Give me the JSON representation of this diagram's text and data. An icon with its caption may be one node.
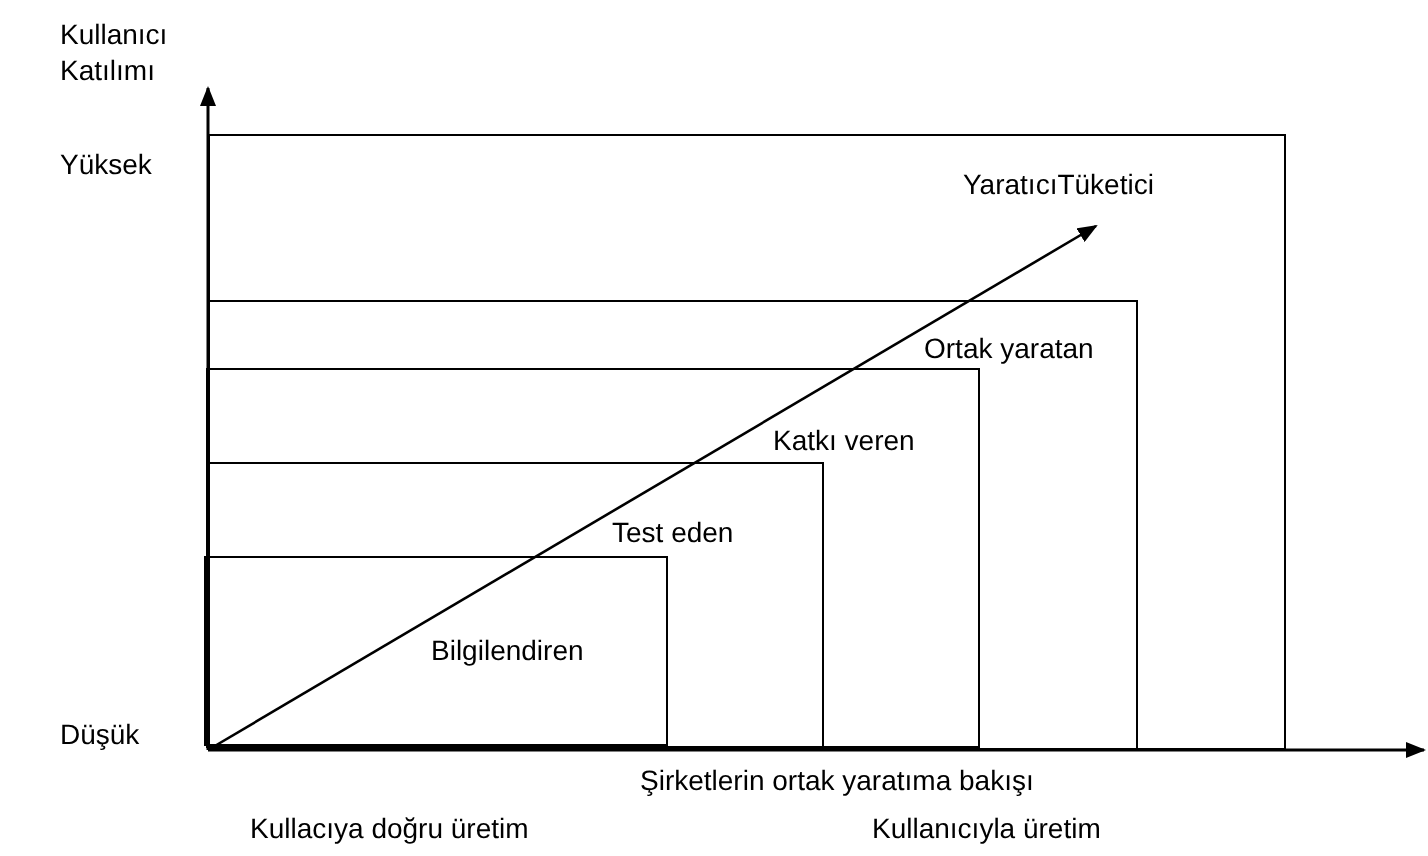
{
  "diagram": {
    "nodes": [
      {
        "text": [
          "YaratıcıTüketici"
        ]
      },
      {
        "text": [
          "Ortak yaratan"
        ],
        "in": 0
      },
      {
        "text": [
          "Katkı veren"
        ],
        "in": 1
      },
      {
        "text": [
          "Test eden"
        ],
        "in": 2
      },
      {
        "text": [
          "Bilgilendiren"
        ],
        "in": 3
      }
    ],
    "edges": [],
    "labels": [
      "Kullanıcı Katılımı",
      "Yüksek",
      "Düşük",
      "Şirketlerin ortak yaratıma bakışı",
      "Kullacıya doğru üretim",
      "Kullanıcıyla üretim"
    ]
  }
}
